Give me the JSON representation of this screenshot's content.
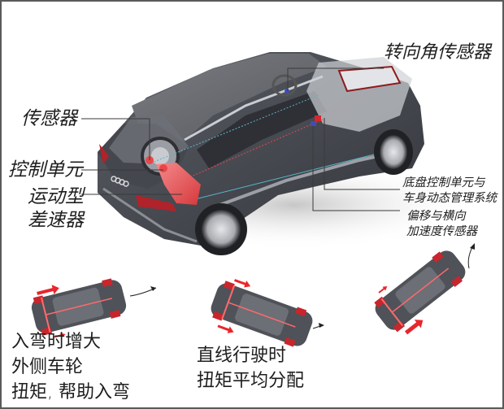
{
  "diagram": {
    "title": "Audi Q7 sport differential torque vectoring diagram",
    "colors": {
      "background": "#ffffff",
      "border": "#5a5a5a",
      "car_body": "#4a4d55",
      "car_roof": "#6b6d73",
      "highlight_red": "#e8474a",
      "sensor_blue": "#3b4fb8",
      "leader_line": "#3a3a3a",
      "text": "#1e1e1e",
      "wiring_cyan": "#58b7c9"
    },
    "callouts": {
      "steering_angle_sensor": "转向角传感器",
      "sensor": "传感器",
      "control_unit": "控制单元",
      "sport_differential_line1": "运动型",
      "sport_differential_line2": "差速器",
      "chassis_control_line1": "底盘控制单元与",
      "chassis_control_line2": "车身动态管理系统",
      "yaw_sensor_line1": "偏移与横向",
      "yaw_sensor_line2": "加速度传感器"
    },
    "scenarios": [
      {
        "id": "cornering-entry",
        "line1": "入弯时增大",
        "line2": "外侧车轮",
        "line3": "扭矩, 帮助入弯"
      },
      {
        "id": "straight-driving",
        "line1": "直线行驶时",
        "line2": "扭矩平均分配"
      },
      {
        "id": "cornering-exit",
        "line1": "",
        "line2": ""
      }
    ]
  }
}
